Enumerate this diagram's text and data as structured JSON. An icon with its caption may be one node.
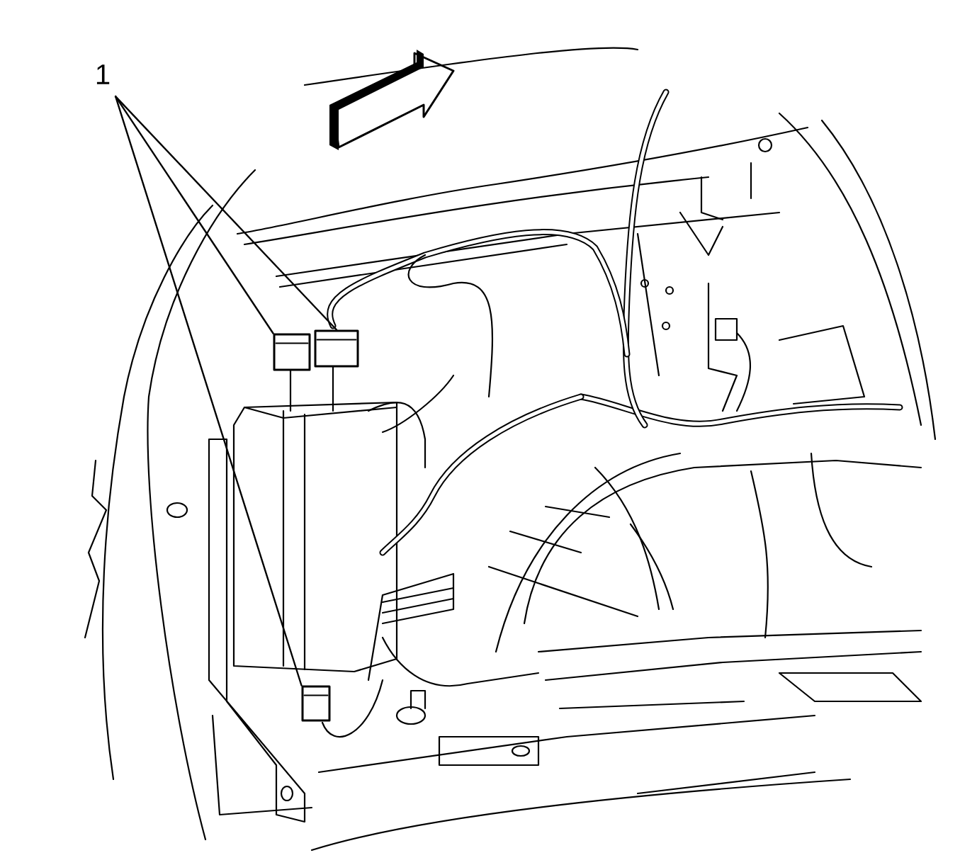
{
  "diagram": {
    "nodes": [
      {
        "text": [
          "1"
        ]
      },
      {
        "text": [],
        "shape": "box"
      },
      {
        "text": [],
        "shape": "box"
      },
      {
        "text": [],
        "shape": "box"
      }
    ],
    "edges": [
      {
        "from": 0,
        "to": 1,
        "arrow": "none"
      },
      {
        "from": 0,
        "to": 2,
        "arrow": "none"
      },
      {
        "from": 0,
        "to": 3,
        "arrow": "none"
      }
    ]
  }
}
